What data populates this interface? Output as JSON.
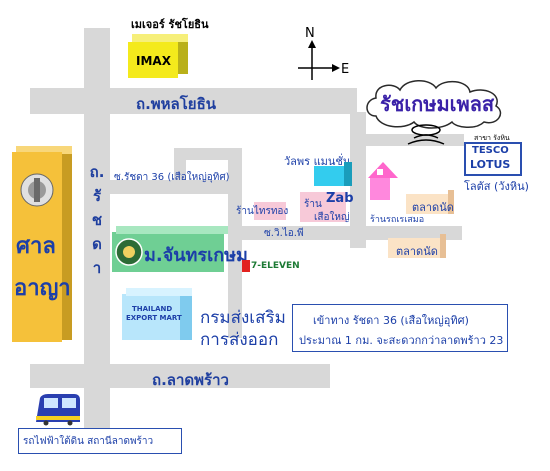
{
  "roads": {
    "phahonyothin": "ถ.พหลโยธิน",
    "ratchada": "ถ.รัชดา",
    "ladprao": "ถ.ลาดพร้าว",
    "soi36": "ซ.รัชดา 36 (เสือใหญ่อุทิศ)",
    "viphawadi": "ซ.วิ.ไอ.พี"
  },
  "compass": {
    "north": "N",
    "east": "E"
  },
  "places": {
    "major_label": "เมเจอร์ รัชโยธิน",
    "imax": "IMAX",
    "ratchakasem_place": "รัชเกษมเพลส",
    "tesco_small": "สาขา รังหิน",
    "tesco_top": "TESCO",
    "tesco_bottom": "LOTUS",
    "tesco_caption": "โลตัส (วังหิน)",
    "court_1": "ศาล",
    "court_2": "อาญา",
    "mansion": "วัลพร แมนชั่น",
    "zab_prefix": "ร้าน",
    "zab": "Zab",
    "zab_sub": "เสือใหญ่",
    "thaithong": "ร้านไทรทอง",
    "rod_shop": "ร้านรถเรเสมอ",
    "market_1": "ตลาดนัด",
    "market_2": "ตลาดนัด",
    "chan_kasem": "ม.จันทรเกษม",
    "seven_eleven": "7-ELEVEN",
    "dept_1": "กรมส่งเสริม",
    "dept_2": "การส่งออก",
    "export_mart_1": "THAILAND",
    "export_mart_2": "EXPORT MART",
    "subway": "รถไฟฟ้าใต้ดิน สถานีลาดพร้าว"
  },
  "note": {
    "line1": "เข้าทาง รัชดา 36 (เสือใหญ่อุทิศ)",
    "line2": "ประมาณ 1 กม. จะสะดวกกว่าลาดพร้าว 23"
  }
}
